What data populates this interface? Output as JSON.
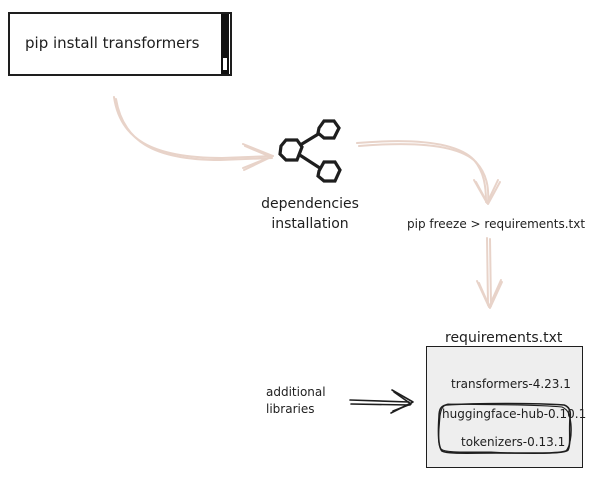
{
  "command_box": {
    "text": "pip install transformers"
  },
  "center_node": {
    "icon": "share-network-icon",
    "label_line1": "dependencies",
    "label_line2": "installation"
  },
  "freeze_command": {
    "text": "pip freeze > requirements.txt"
  },
  "requirements": {
    "title": "requirements.txt",
    "packages": [
      "transformers-4.23.1",
      "huggingface-hub-0.10.1",
      "tokenizers-0.13.1"
    ]
  },
  "additional": {
    "line1": "additional",
    "line2": "libraries"
  },
  "colors": {
    "ink": "#1e1e1e",
    "arrow": "#e8d3c9",
    "box_fill": "#eeeeee",
    "background": "#ffffff"
  }
}
